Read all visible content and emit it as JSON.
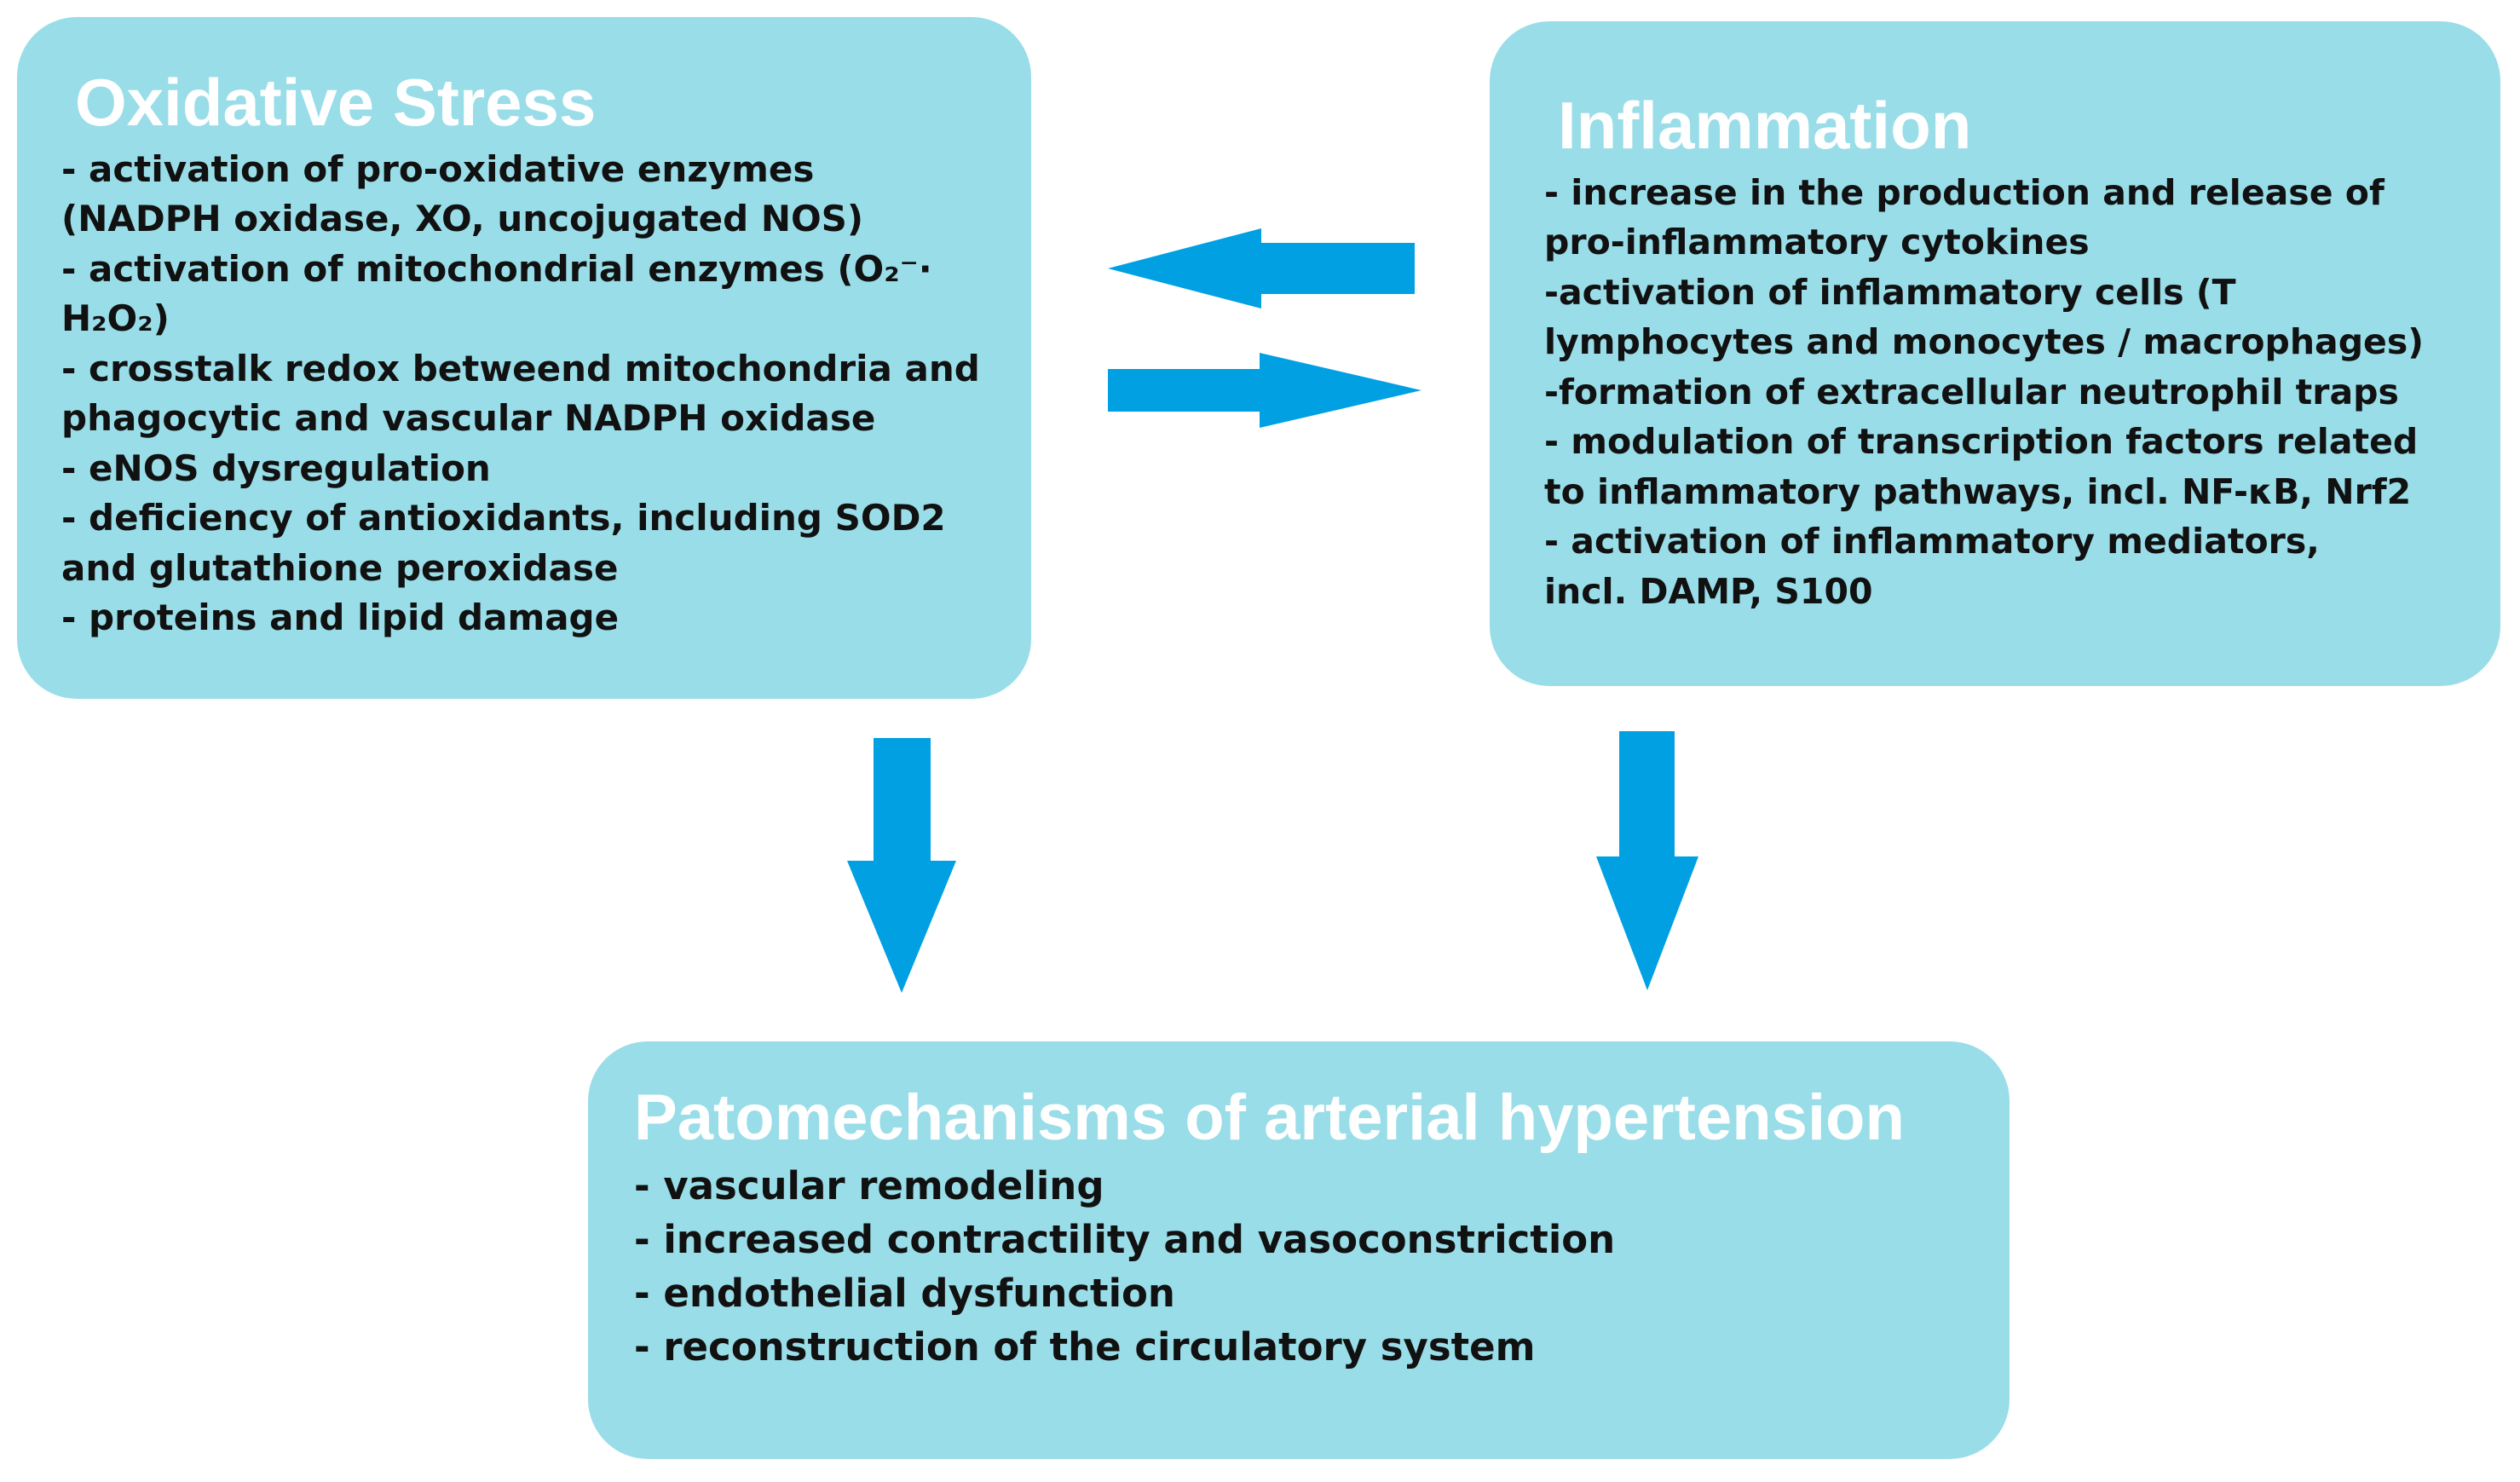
{
  "colors": {
    "box_fill": "#99dde8",
    "arrow_fill": "#00a0e3",
    "title_text": "#ffffff",
    "body_text": "#111111"
  },
  "oxidative_stress": {
    "title": "Oxidative Stress",
    "items": [
      "- activation of pro-oxidative enzymes (NADPH oxidase, XO, uncojugated NOS)",
      "- activation of mitochondrial enzymes (O₂⁻· H₂O₂)",
      "- crosstalk redox betweend mitochondria and phagocytic and vascular NADPH oxidase",
      "- eNOS dysregulation",
      "- deficiency of antioxidants, including SOD2 and glutathione peroxidase",
      "- proteins and lipid damage"
    ]
  },
  "inflammation": {
    "title": "Inflammation",
    "items": [
      "- increase in the production and release of pro-inflammatory cytokines",
      "-activation of inflammatory cells (T lymphocytes and monocytes / macrophages)",
      "-formation of extracellular neutrophil traps",
      "- modulation of transcription factors related to inflammatory pathways, incl. NF-κB, Nrf2",
      "- activation of inflammatory mediators, incl. DAMP, S100"
    ]
  },
  "hypertension": {
    "title": "Patomechanisms of arterial hypertension",
    "items": [
      "- vascular remodeling",
      "- increased contractility and vasoconstriction",
      "- endothelial dysfunction",
      "- reconstruction of the circulatory system"
    ]
  }
}
